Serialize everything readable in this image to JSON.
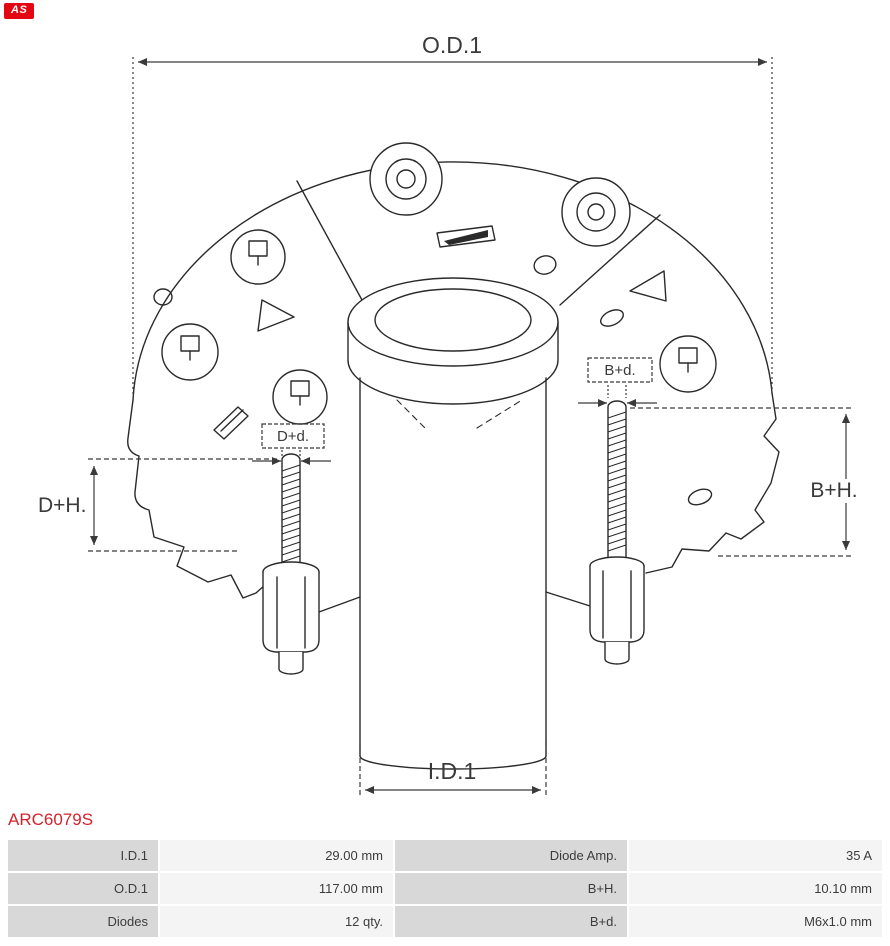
{
  "brand": {
    "logo_text": "AS"
  },
  "part_number": "ARC6079S",
  "diagram_labels": {
    "od1": "O.D.1",
    "id1": "I.D.1",
    "dh": "D+H.",
    "bh": "B+H.",
    "dd": "D+d.",
    "bd": "B+d."
  },
  "spec_table": {
    "rows": [
      [
        "I.D.1",
        "29.00 mm",
        "Diode Amp.",
        "35 A"
      ],
      [
        "O.D.1",
        "117.00 mm",
        "B+H.",
        "10.10 mm"
      ],
      [
        "Diodes",
        "12 qty.",
        "B+d.",
        "M6x1.0 mm"
      ]
    ]
  },
  "colors": {
    "accent_red": "#e30613",
    "part_number_red": "#d2232a",
    "table_label_bg": "#d8d8d8",
    "table_value_bg": "#f4f4f4",
    "line_color": "#2a2a2a"
  }
}
